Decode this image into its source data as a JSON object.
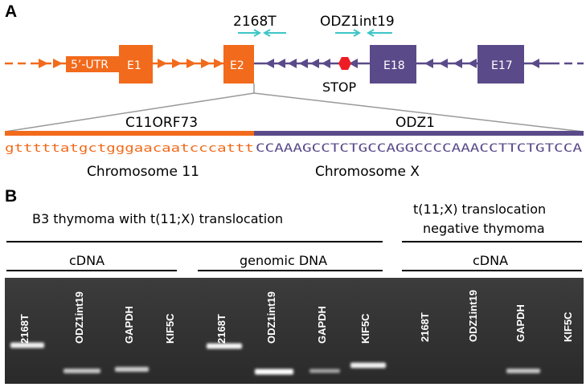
{
  "panel_a": {
    "letter": "A",
    "primers": [
      "2168T",
      "ODZ1int19"
    ],
    "exons": {
      "utr": "5’-UTR",
      "e1": "E1",
      "e2": "E2",
      "e18": "E18",
      "e17": "E17"
    },
    "stop_label": "STOP",
    "gene_left": "C11ORF73",
    "gene_right": "ODZ1",
    "seq_left": "gtttttatgctgggaacaatcccattt",
    "seq_right": "CCAAAGCCTCTGCCAGGCCCCAAACCTTCTGTCCA",
    "chrom_left": "Chromosome 11",
    "chrom_right": "Chromosome X",
    "colors": {
      "orange": "#f26a1b",
      "purple": "#5b4a8a",
      "cyan": "#3cc6c8",
      "stop_red": "#ee1c24",
      "gray": "#999999"
    }
  },
  "panel_b": {
    "letter": "B",
    "group_positive": "B3 thymoma with t(11;X) translocation",
    "group_negative_line1": "t(11;X) translocation",
    "group_negative_line2": "negative  thymoma",
    "sub_cdna_1": "cDNA",
    "sub_genomic": "genomic DNA",
    "sub_cdna_2": "cDNA",
    "lanes": [
      "2168T",
      "ODZ1int19",
      "GAPDH",
      "KIF5C",
      "2168T",
      "ODZ1int19",
      "GAPDH",
      "KIF5C",
      "2168T",
      "ODZ1int19",
      "GAPDH",
      "KIF5C"
    ],
    "band_intensity": [
      0.9,
      0.6,
      0.65,
      0,
      0.95,
      1.0,
      0.35,
      0.9,
      0,
      0,
      0.6,
      0
    ]
  }
}
